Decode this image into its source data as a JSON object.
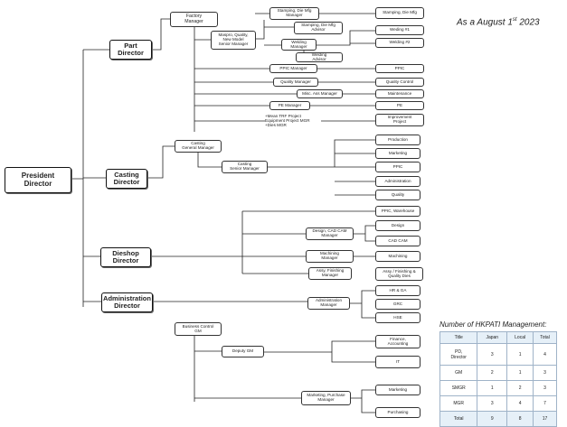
{
  "as_of": {
    "prefix": "As a August 1",
    "suffix": "st",
    "year": " 2023"
  },
  "org": {
    "president": "President\nDirector",
    "part": {
      "director": "Part\nDirector",
      "factory_manager": "Factory\nManager",
      "stamping_die_mfg_manager": "Stamping, Die Mfg\nManager",
      "stamping_die_mfg": "Stamping, Die Mfg",
      "stamping_die_mfg_advisor": "Stamping, Die Mfg\nAdvisor",
      "maspro_manager": "Maspro, Quality,\nNew Model\nSenior Manager",
      "welding_manager": "Welding\nManager",
      "welding_advisor": "Welding\nAdvisor",
      "welding_1": "Weding #1",
      "welding_2": "Welding #2",
      "ppic_manager": "PPIC Manager",
      "ppic": "PPIC",
      "quality_manager": "Quality Manager",
      "quality_control": "Quality Control",
      "misc_manager": "Misc. Ass Manager",
      "maintenance": "Maintenance",
      "pe_manager": "PE Manager",
      "pe": "PE",
      "project_stack": "+Mean TRF Project\nEquipment Project MGR\n+Dies MGR",
      "improvement_project": "Improvement\nProject"
    },
    "casting": {
      "director": "Casting\nDirector",
      "general_manager": "Casting\nGeneral Manager",
      "senior_manager": "Casting\nSenior Manager",
      "production": "Production",
      "marketing": "Marketing",
      "ppic": "PPIC",
      "administration": "Administration",
      "quality": "Quality"
    },
    "dieshop": {
      "director": "Dieshop\nDirector",
      "ppic_warehouse": "PPIC, Warehouse",
      "design_cad_cam_manager": "Design, CAD CAM\nManager",
      "design": "Design",
      "cad_cam": "CAD CAM",
      "machining_manager": "Machining\nManager",
      "machining": "Machining",
      "assy_finishing_manager": "Assy, Finishing\nManager",
      "assy_finishing_dies": "Assy / Finishing &\nQuality Dies"
    },
    "administration": {
      "director": "Administration\nDirector",
      "manager": "Administration\nManager",
      "hr_ga": "HR & GA",
      "grc": "GRC",
      "hse": "HSE"
    },
    "business": {
      "control_gm": "Business Control\nGM",
      "deputy_gm": "Deputy GM",
      "finance_accounting": "Finance,\nAccounting",
      "it": "IT",
      "marketing_purchase_manager": "Marketing, Purchase\nManager",
      "marketing": "Marketing",
      "purchasing": "Purchasing"
    }
  },
  "stats": {
    "title": "Number of HKPATI Management:",
    "headers": [
      "Title",
      "Japan",
      "Local",
      "Total"
    ],
    "rows": [
      {
        "title": "PD,\nDirector",
        "japan": "3",
        "local": "1",
        "total": "4"
      },
      {
        "title": "GM",
        "japan": "2",
        "local": "1",
        "total": "3"
      },
      {
        "title": "SMGR",
        "japan": "1",
        "local": "2",
        "total": "3"
      },
      {
        "title": "MGR",
        "japan": "3",
        "local": "4",
        "total": "7"
      }
    ],
    "total": {
      "title": "Total",
      "japan": "9",
      "local": "8",
      "total": "17"
    }
  }
}
